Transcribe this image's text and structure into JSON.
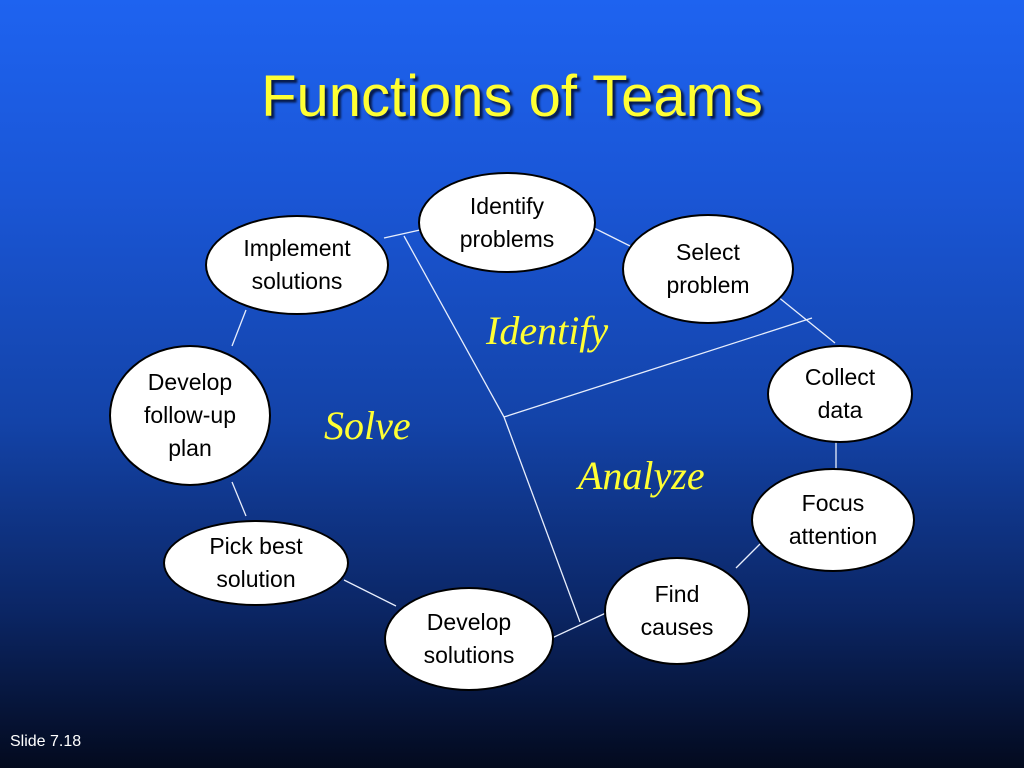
{
  "title": "Functions of Teams",
  "nodes": {
    "identify_problems": "Identify\nproblems",
    "select_problem": "Select\nproblem",
    "collect_data": "Collect\ndata",
    "focus_attention": "Focus\nattention",
    "find_causes": "Find\ncauses",
    "develop_solutions": "Develop\nsolutions",
    "pick_best_solution": "Pick best\nsolution",
    "develop_follow_up_plan": "Develop\nfollow-up\nplan",
    "implement_solutions": "Implement\nsolutions"
  },
  "regions": {
    "identify": "Identify",
    "analyze": "Analyze",
    "solve": "Solve"
  },
  "footer": {
    "slide_number": "Slide 7.18"
  },
  "colors": {
    "title": "#ffff33",
    "region_label": "#ffff33",
    "node_fill": "#ffffff",
    "connector": "#e8eefc"
  }
}
